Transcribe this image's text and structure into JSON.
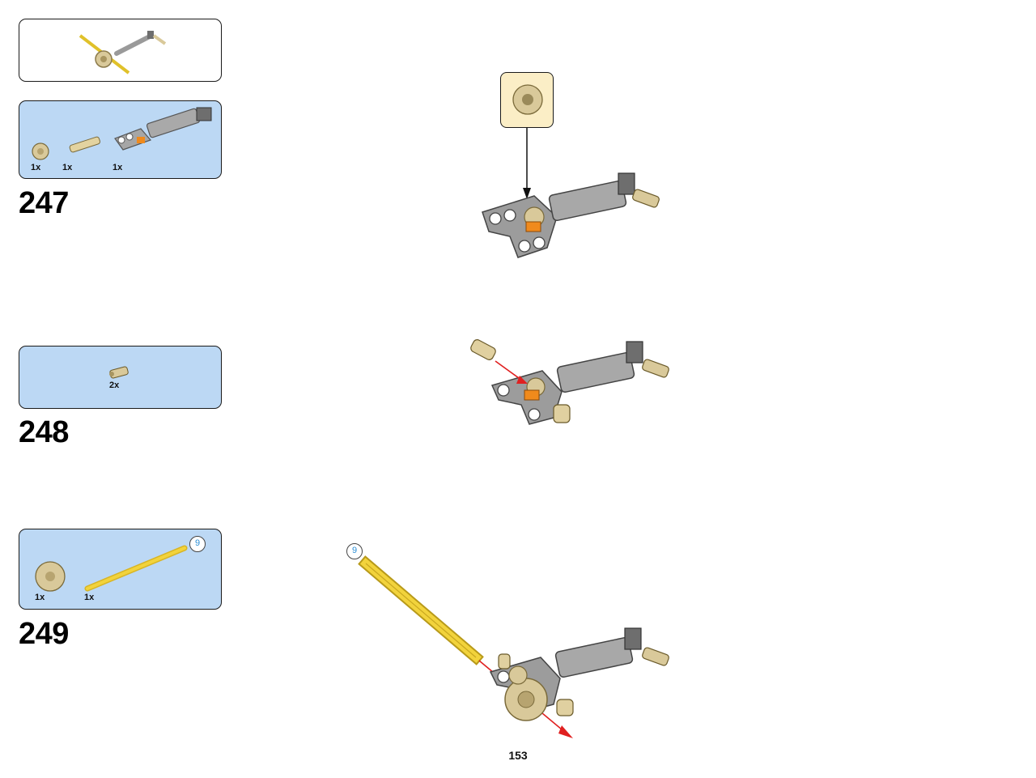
{
  "steps": [
    {
      "number": "247",
      "parts": [
        {
          "name": "bevel-gear-12-tooth",
          "qty": "1x"
        },
        {
          "name": "axle-pin",
          "qty": "1x"
        },
        {
          "name": "steering-arm",
          "qty": "1x"
        }
      ]
    },
    {
      "number": "248",
      "parts": [
        {
          "name": "pin-with-bush",
          "qty": "2x"
        }
      ]
    },
    {
      "number": "249",
      "parts": [
        {
          "name": "bevel-gear-20-tooth",
          "qty": "1x"
        },
        {
          "name": "axle-9",
          "qty": "1x",
          "length_label": "9"
        }
      ]
    }
  ],
  "build_callout": {
    "axle_length_label": "9"
  },
  "page_number": "153",
  "colors": {
    "parts_list_bg": "#bcd8f4",
    "callout_bg": "#fbeec6",
    "tan": "#d9c99a",
    "gray": "#9a9a9a",
    "dark_gray": "#6e6e6e",
    "yellow": "#f2d33c",
    "orange": "#f08a1c",
    "arrow_black": "#111111",
    "arrow_red": "#e02020"
  }
}
